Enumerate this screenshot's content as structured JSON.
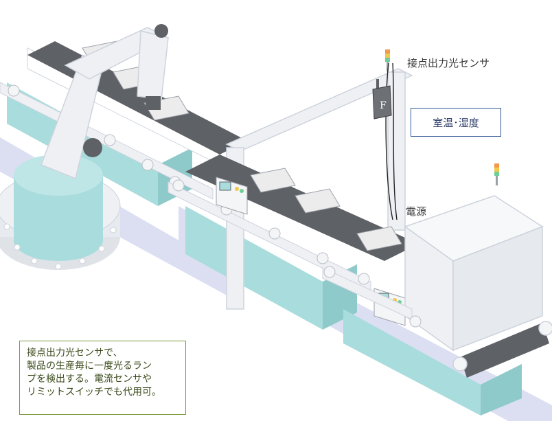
{
  "labels": {
    "sensor": "接点出力光センサ",
    "env": "室温･湿度",
    "power": "電源",
    "sensor_device_mark": "F"
  },
  "note": {
    "lines": [
      "接点出力光センサで、",
      "製品の生産毎に一度光るラン",
      "プを検出する。電流センサや",
      "リミットスイッチでも代用可。"
    ]
  },
  "colors": {
    "frame": "#eef0f4",
    "frame_edge": "#cdd3dc",
    "belt": "#5e6166",
    "base_teal": "#a9dcdc",
    "base_shadow": "#dcdff2",
    "env_box_border": "#2f5597",
    "note_border": "#7a9a3a"
  }
}
